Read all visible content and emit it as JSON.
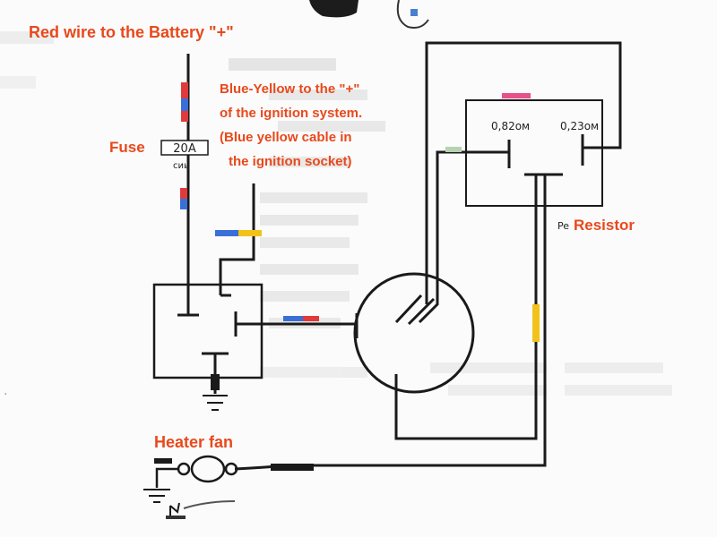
{
  "labels": {
    "red_wire": "Red wire to the Battery \"+\"",
    "blue_yellow_1": "Blue-Yellow to the \"+\"",
    "blue_yellow_2": "of the ignition system.",
    "blue_yellow_3": "(Blue yellow cable in",
    "blue_yellow_4": "the ignition socket)",
    "fuse": "Fuse",
    "resistor_prefix": "Pe",
    "resistor": "Resistor",
    "heater_fan": "Heater fan"
  },
  "components": {
    "fuse_value": "20A",
    "fuse_sub": "сиь",
    "resistor_1": "0,82ом",
    "resistor_2": "0,23ом"
  },
  "colors": {
    "label_orange": "#e8491c",
    "wire_black": "#1a1a1a",
    "wire_red": "#e03a3a",
    "wire_blue": "#3a6fd8",
    "wire_yellow": "#f2c21a",
    "wire_pink": "#e8508a",
    "wire_green": "#b6d2b0"
  }
}
